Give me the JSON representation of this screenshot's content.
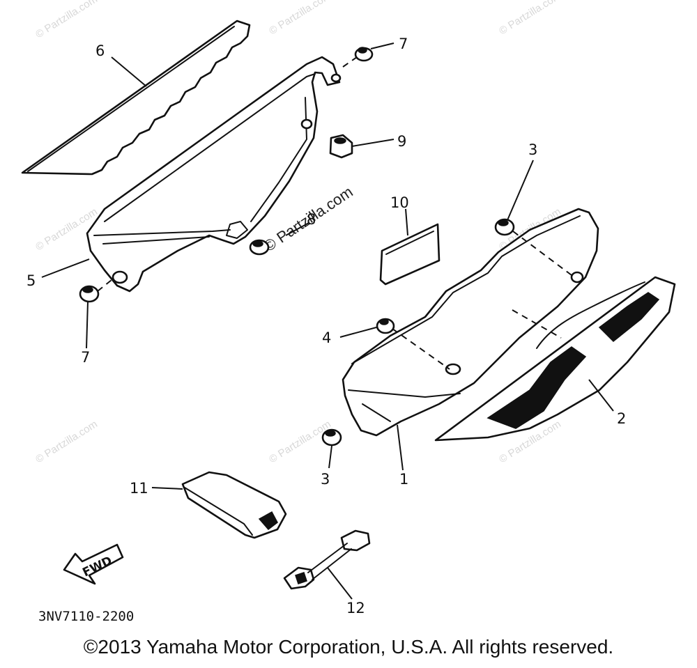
{
  "diagram": {
    "callouts": {
      "p1": "1",
      "p2": "2",
      "p3a": "3",
      "p3b": "3",
      "p4": "4",
      "p5": "5",
      "p6": "6",
      "p7a": "7",
      "p7b": "7",
      "p8": "8",
      "p9": "9",
      "p10": "10",
      "p11": "11",
      "p12": "12"
    },
    "fwd_label": "FWD",
    "part_code": "3NV7110-2200",
    "watermark": "© Partzilla.com"
  },
  "footer": {
    "copyright": "©2013 Yamaha Motor Corporation, U.S.A. All rights reserved."
  }
}
